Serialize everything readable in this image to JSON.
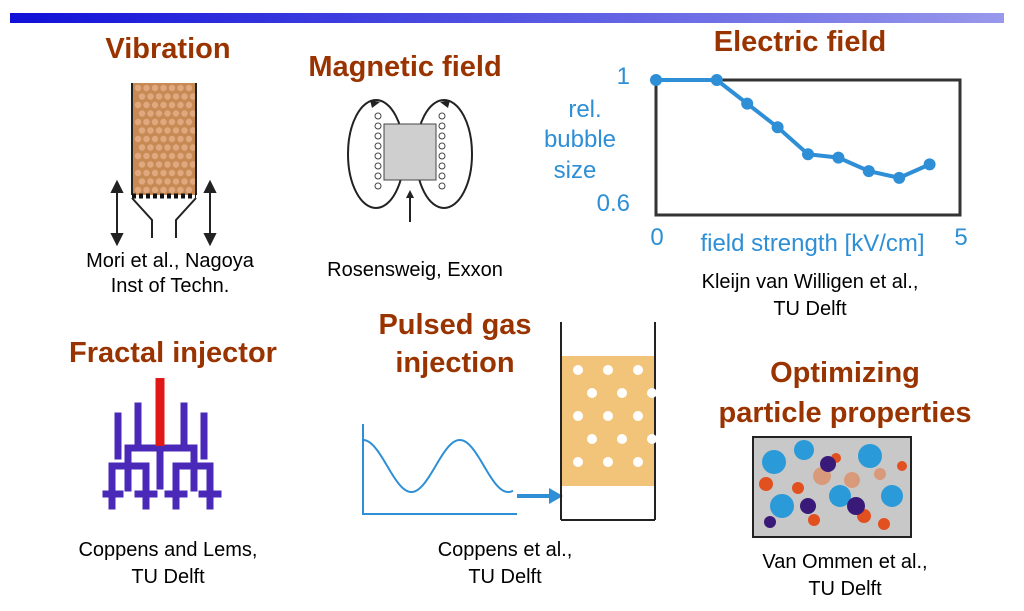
{
  "panels": {
    "vibration": {
      "title": "Vibration",
      "caption_line1": "Mori et al., Nagoya",
      "caption_line2": "Inst of Techn."
    },
    "magnetic": {
      "title": "Magnetic field",
      "caption": "Rosensweig, Exxon"
    },
    "electric": {
      "title": "Electric field",
      "caption_line1": "Kleijn van Willigen et al.,",
      "caption_line2": "TU Delft"
    },
    "fractal": {
      "title": "Fractal injector",
      "caption_line1": "Coppens and Lems,",
      "caption_line2": "TU Delft"
    },
    "pulsed": {
      "title_line1": "Pulsed gas",
      "title_line2": "injection",
      "caption_line1": "Coppens et al.,",
      "caption_line2": "TU Delft"
    },
    "optimizing": {
      "title_line1": "Optimizing",
      "title_line2": "particle properties",
      "caption_line1": "Van Ommen et al.,",
      "caption_line2": "TU Delft"
    }
  },
  "chart_data": {
    "type": "line",
    "xlabel": "field strength [kV/cm]",
    "ylabel_lines": [
      "rel.",
      "bubble",
      "size"
    ],
    "x_tick_labels": [
      "0",
      "5"
    ],
    "y_tick_labels": [
      "1",
      "0.6"
    ],
    "xlim": [
      0,
      5
    ],
    "ylim": [
      0.6,
      1
    ],
    "x": [
      0,
      1,
      1.5,
      2,
      2.5,
      3,
      3.5,
      4,
      4.5
    ],
    "y": [
      1.0,
      1.0,
      0.93,
      0.86,
      0.78,
      0.77,
      0.73,
      0.71,
      0.75
    ],
    "colors": {
      "line": "#2e8fd6",
      "frame": "#333333"
    }
  }
}
